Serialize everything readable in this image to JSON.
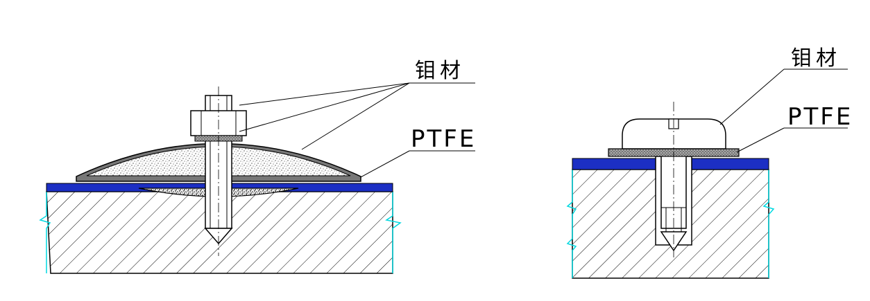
{
  "left_figure": {
    "material_label": "钼材",
    "ptfe_label": "PTFE"
  },
  "right_figure": {
    "material_label": "钼材",
    "ptfe_label": "PTFE"
  },
  "colors": {
    "ptfe_layer": "#1c2fc4",
    "break_line": "#00d8e0",
    "line": "#000000"
  }
}
